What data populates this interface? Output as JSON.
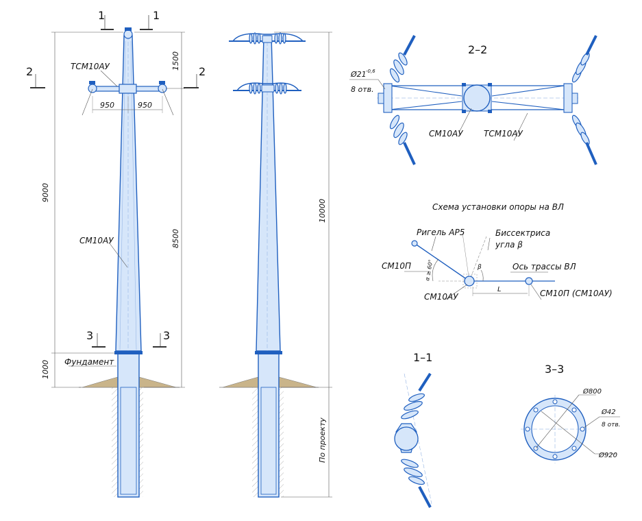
{
  "colors": {
    "accent": "#1f5fbf",
    "fill_light": "#d6e6fa",
    "ground": "#c9b48a"
  },
  "sections": {
    "s1": "1",
    "s2": "2",
    "s3": "3",
    "view_2_2": "2–2",
    "view_1_1": "1–1",
    "view_3_3": "3–3"
  },
  "left_elevation": {
    "dim_1500": "1500",
    "dim_9000": "9000",
    "dim_8500": "8500",
    "dim_1000": "1000",
    "dim_950_left": "950",
    "dim_950_right": "950",
    "label_traverse": "ТСМ10АУ",
    "label_pole": "СМ10АУ",
    "label_foundation": "Фундамент"
  },
  "right_elevation": {
    "dim_10000": "10000",
    "dim_project": "По проекту"
  },
  "view_2_2": {
    "hole_dia": "Ø21",
    "hole_tol": "-0,6",
    "hole_count": "8 отв.",
    "label_pole": "СМ10АУ",
    "label_traverse": "ТСМ10АУ"
  },
  "scheme": {
    "title": "Схема установки опоры на ВЛ",
    "label_rigel": "Ригель АР5",
    "label_bisector_1": "Биссектриса",
    "label_bisector_2": "угла β",
    "label_angle_a": "α ≥ 60°",
    "label_beta": "β",
    "label_route": "Ось трассы ВЛ",
    "label_left_pole": "СМ10П",
    "label_center_pole": "СМ10АУ",
    "label_right_pole": "СМ10П (СМ10АУ)",
    "label_L": "L"
  },
  "view_3_3": {
    "dia_800": "Ø800",
    "dia_42": "Ø42",
    "holes": "8 отв.",
    "dia_920": "Ø920"
  }
}
